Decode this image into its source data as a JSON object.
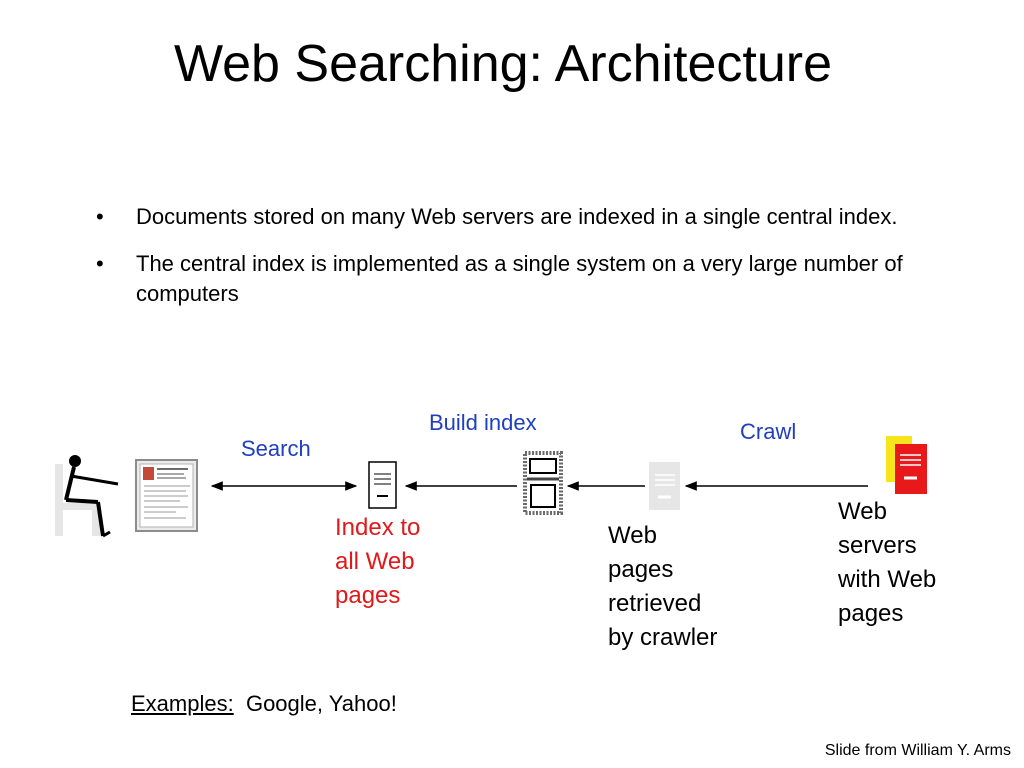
{
  "slide": {
    "title": "Web Searching: Architecture",
    "bullets": [
      "Documents stored on many Web servers are indexed in a single central index.",
      "The central index is implemented as a single system on a very large number of computers"
    ],
    "bullet_symbol": "•"
  },
  "diagram": {
    "search_label": "Search",
    "build_index_label": "Build index",
    "crawl_label": "Crawl",
    "index_caption": [
      "Index to",
      "all Web",
      "pages"
    ],
    "pages_caption": [
      "Web",
      "pages",
      "retrieved",
      "by crawler"
    ],
    "servers_caption": [
      "Web",
      "servers",
      "with Web",
      "pages"
    ],
    "colors": {
      "label_blue": "#1f3fbf",
      "caption_red": "#e0191b",
      "server_red": "#e8181b",
      "server_yellow": "#f5e51a"
    },
    "icons": [
      "user-at-computer-icon",
      "browser-window-icon",
      "index-document-icon",
      "computer-icon",
      "web-page-document-icon",
      "web-server-documents-icon"
    ]
  },
  "examples": {
    "label": "Examples:",
    "text": "Google, Yahoo!"
  },
  "credit": "Slide from William Y. Arms"
}
